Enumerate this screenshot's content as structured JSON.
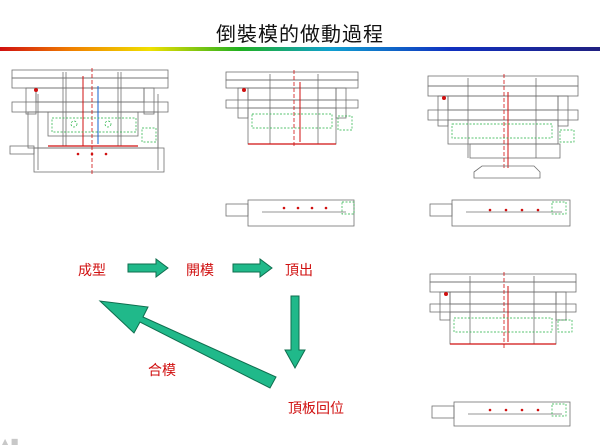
{
  "title": "倒裝模的做動過程",
  "stages": {
    "forming": "成型",
    "mold_open": "開模",
    "ejection": "頂出",
    "plate_return": "頂板回位",
    "mold_close": "合模"
  },
  "colors": {
    "label": "#d01010",
    "arrow_fill": "#20b98a",
    "arrow_stroke": "#0e6e4e",
    "line": "#707070"
  },
  "footer": "▲  ■"
}
